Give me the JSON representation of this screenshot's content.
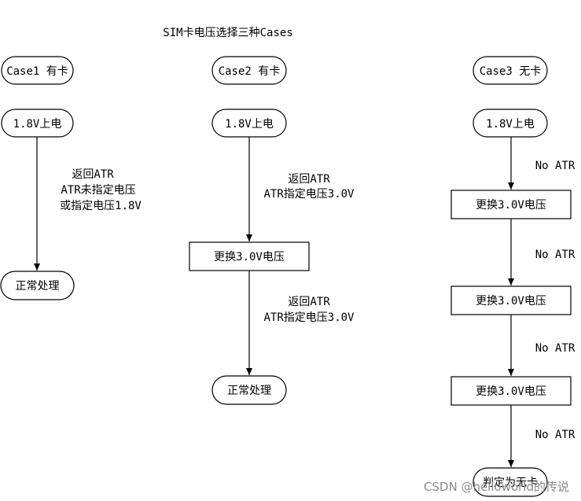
{
  "title": "SIM卡电压选择三种Cases",
  "cases": [
    {
      "header": "Case1 有卡",
      "nodes": [
        {
          "kind": "terminal",
          "text": "1.8V上电"
        },
        {
          "kind": "terminal",
          "text": "正常处理"
        }
      ],
      "edges": [
        {
          "lines": [
            "返回ATR",
            "ATR未指定电压",
            "或指定电压1.8V"
          ]
        }
      ]
    },
    {
      "header": "Case2 有卡",
      "nodes": [
        {
          "kind": "terminal",
          "text": "1.8V上电"
        },
        {
          "kind": "process",
          "text": "更换3.0V电压"
        },
        {
          "kind": "terminal",
          "text": "正常处理"
        }
      ],
      "edges": [
        {
          "lines": [
            "返回ATR",
            "ATR指定电压3.0V"
          ]
        },
        {
          "lines": [
            "返回ATR",
            "ATR指定电压3.0V"
          ]
        }
      ]
    },
    {
      "header": "Case3 无卡",
      "nodes": [
        {
          "kind": "terminal",
          "text": "1.8V上电"
        },
        {
          "kind": "process",
          "text": "更换3.0V电压"
        },
        {
          "kind": "process",
          "text": "更换3.0V电压"
        },
        {
          "kind": "process",
          "text": "更换3.0V电压"
        },
        {
          "kind": "terminal",
          "text": "判定为无卡"
        }
      ],
      "edges": [
        {
          "lines": [
            "No ATR"
          ]
        },
        {
          "lines": [
            "No ATR"
          ]
        },
        {
          "lines": [
            "No ATR"
          ]
        },
        {
          "lines": [
            "No ATR"
          ]
        }
      ]
    }
  ],
  "watermark": "CSDN @helloworld的传说"
}
